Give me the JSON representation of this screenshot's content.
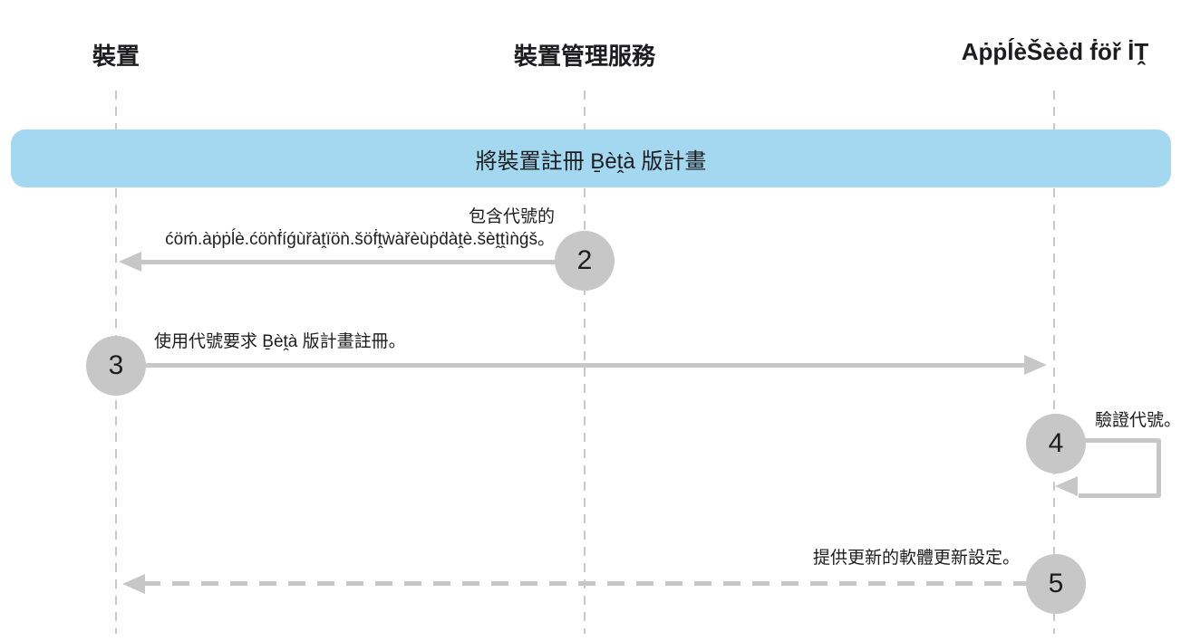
{
  "diagram": {
    "actors": [
      {
        "label": "裝置"
      },
      {
        "label": "裝置管理服務"
      },
      {
        "label": "AṗṗĺèŠèèḋ ḟöř İṰ"
      }
    ],
    "banner": {
      "title": "將裝置註冊 Ḇèṱà 版計畫"
    },
    "steps": {
      "step2": {
        "number": "2",
        "label_line1": "包含代號的",
        "label_line2": "ćöḿ.àṗṗĺè.ćöǹḟíǵùřàṱïöǹ.šöḟṱẁàřèùṗḋàṱè.šèṱṱìǹǵš。",
        "from": "裝置管理服務",
        "to": "裝置",
        "line_style": "solid"
      },
      "step3": {
        "number": "3",
        "label": "使用代號要求 Ḇèṱà 版計畫註冊。",
        "from": "裝置",
        "to": "AṗṗĺèŠèèḋ ḟöř İṰ",
        "line_style": "solid"
      },
      "step4": {
        "number": "4",
        "label": "驗證代號。",
        "from": "AṗṗĺèŠèèḋ ḟöř İṰ",
        "to": "AṗṗĺèŠèèḋ ḟöř İṰ",
        "line_style": "self-loop"
      },
      "step5": {
        "number": "5",
        "label": "提供更新的軟體更新設定。",
        "from": "AṗṗĺèŠèèḋ ḟöř İṰ",
        "to": "裝置",
        "line_style": "dashed"
      }
    },
    "colors": {
      "banner_blue": "#a4d8f0",
      "arrow_gray": "#c7c7c7",
      "lifeline_gray": "#c9c9c9",
      "text": "#1d1d1f"
    }
  }
}
